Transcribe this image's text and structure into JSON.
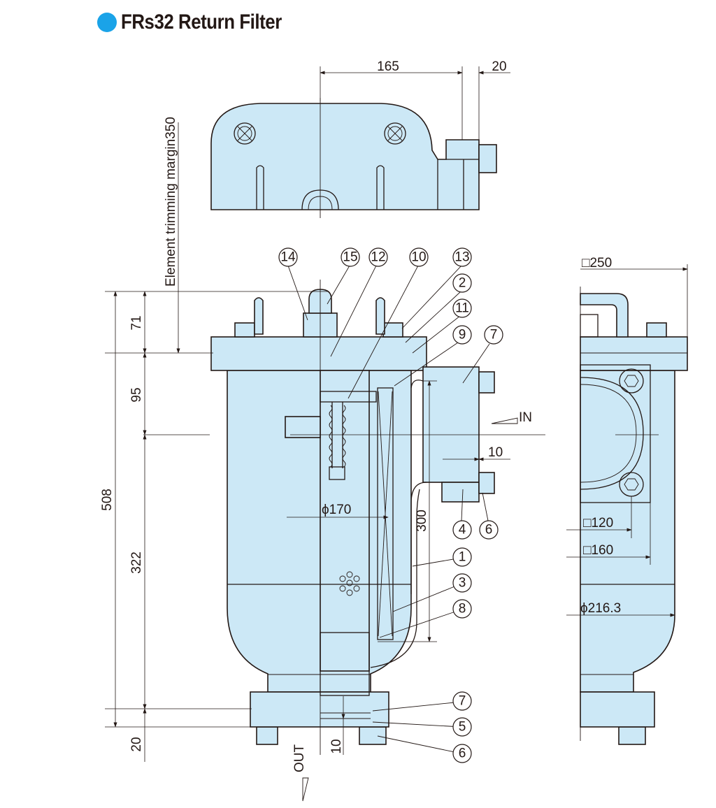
{
  "title": "FRs32 Return Filter",
  "colors": {
    "accent": "#1aa3e8",
    "body_fill": "#cce8f6",
    "line": "#231815"
  },
  "top_view": {
    "dim_width": "165",
    "dim_port": "20"
  },
  "side_view": {
    "element_trimming_margin": "Element trimming margin350",
    "dim_top": "71",
    "dim_inlet_height": "95",
    "dim_lower": "322",
    "dim_total_height": "508",
    "dim_base": "20",
    "dim_bore": "ϕ170",
    "dim_port_offset": "300",
    "dim_flange_gap": "10",
    "dim_out_gap": "10",
    "in_label": "IN",
    "out_label": "OUT"
  },
  "end_view": {
    "dim_square_250": "□250",
    "dim_square_120": "□120",
    "dim_square_160": "□160",
    "dim_diameter": "ϕ216.3"
  },
  "callouts": {
    "c1": "1",
    "c2": "2",
    "c3": "3",
    "c4": "4",
    "c5": "5",
    "c6a": "6",
    "c6b": "6",
    "c7a": "7",
    "c7b": "7",
    "c8": "8",
    "c9": "9",
    "c10": "10",
    "c11": "11",
    "c12": "12",
    "c13": "13",
    "c14": "14",
    "c15": "15"
  }
}
